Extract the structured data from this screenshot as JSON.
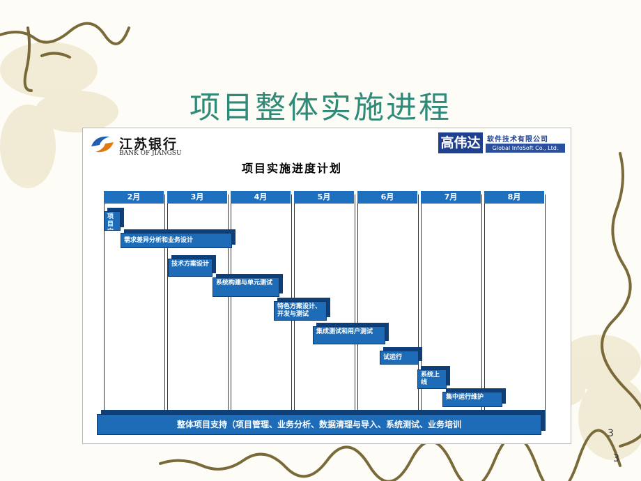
{
  "slide": {
    "title": "项目整体实施进程",
    "page_number": "3",
    "page_number_repeat": "3"
  },
  "panel": {
    "bank_name_cn": "江苏银行",
    "bank_name_en": "BANK OF JIANGSU",
    "vendor_brand": "高伟达",
    "vendor_name_cn": "软件技术有限公司",
    "vendor_name_en": "Global InfoSoft Co., Ltd.",
    "chart_title": "项目实施进度计划"
  },
  "months": [
    "2月",
    "3月",
    "4月",
    "5月",
    "6月",
    "7月",
    "8月"
  ],
  "tasks": [
    {
      "label": "项目定义"
    },
    {
      "label": "需求差异分析和业务设计"
    },
    {
      "label": "技术方案设计"
    },
    {
      "label": "系统构建与单元测试"
    },
    {
      "label": "特色方案设计、开发与测试"
    },
    {
      "label": "集成测试和用户测试"
    },
    {
      "label": "试运行"
    },
    {
      "label": "系统上线"
    },
    {
      "label": "集中运行维护"
    }
  ],
  "support_bar": "整体项目支持（项目管理、业务分析、数据清理与导入、系统测试、业务培训",
  "colors": {
    "title": "#2f8a78",
    "bar": "#1e6cb8",
    "bar_shadow": "#0e3f78"
  },
  "icons": [
    "bank-logo-icon",
    "vine-decoration"
  ]
}
